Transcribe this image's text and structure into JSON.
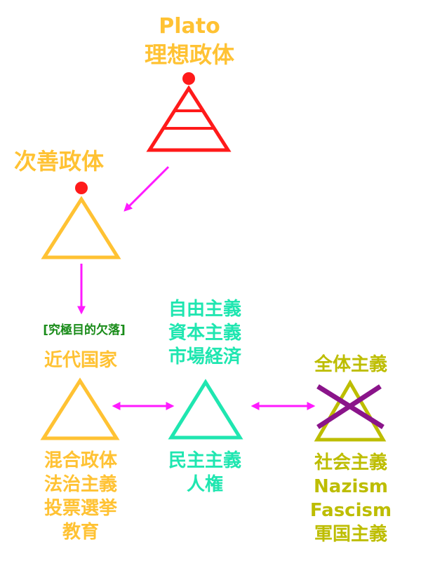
{
  "colors": {
    "red": "#ff1a1a",
    "orange": "#ffc233",
    "teal": "#1fe6b0",
    "olive": "#bdbd00",
    "green": "#1a8c1a",
    "magenta": "#ff1aff",
    "purple": "#8a148a"
  },
  "labels": {
    "plato": "Plato",
    "ideal_state": "理想政体",
    "second_best": "次善政体",
    "missing_purpose": "[究極目的欠落]",
    "modern_state": "近代国家",
    "market_lines": [
      "自由主義",
      "資本主義",
      "市場経済"
    ],
    "totalitarianism": "全体主義",
    "mixed_lines": [
      "混合政体",
      "法治主義",
      "投票選挙",
      "教育"
    ],
    "democracy_lines": [
      "民主主義",
      "人権"
    ],
    "fascism_lines": [
      "社会主義",
      "Nazism",
      "Fascism",
      "軍国主義"
    ]
  }
}
